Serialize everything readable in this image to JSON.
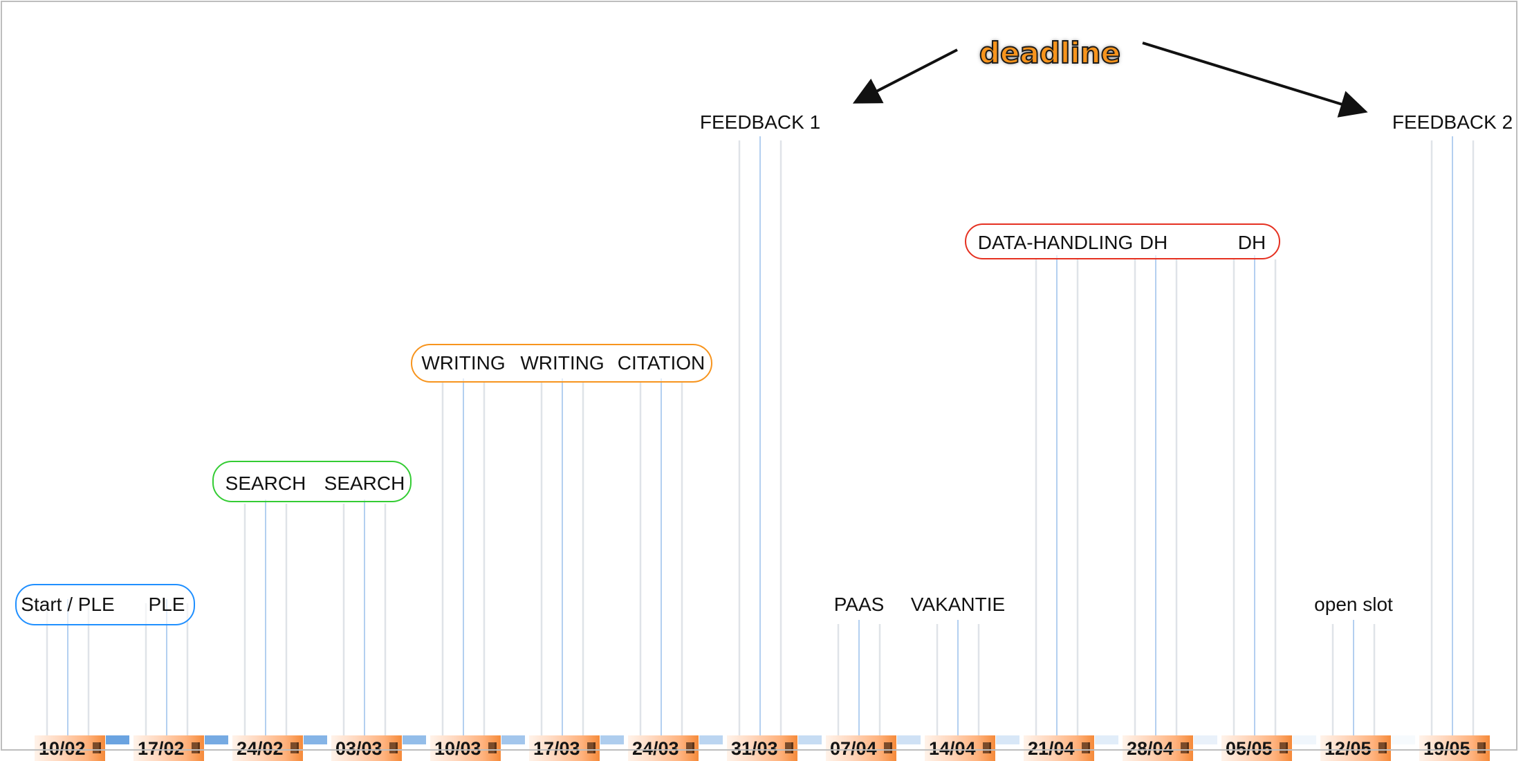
{
  "deadline": {
    "label": "deadline",
    "targets": [
      "FEEDBACK 1",
      "FEEDBACK 2"
    ]
  },
  "dates": [
    "10/02",
    "17/02",
    "24/02",
    "03/03",
    "10/03",
    "17/03",
    "24/03",
    "31/03",
    "07/04",
    "14/04",
    "21/04",
    "28/04",
    "05/05",
    "12/05",
    "19/05"
  ],
  "pills": [
    {
      "name": "pill-start-ple",
      "color": "#1f8fff",
      "labels": [
        "Start / PLE",
        "PLE"
      ]
    },
    {
      "name": "pill-search",
      "color": "#33cc33",
      "labels": [
        "SEARCH",
        "SEARCH"
      ]
    },
    {
      "name": "pill-writing",
      "color": "#f7941d",
      "labels": [
        "WRITING",
        "WRITING",
        "CITATION"
      ]
    },
    {
      "name": "pill-data-handling",
      "color": "#e53020",
      "labels": [
        "DATA-HANDLING",
        "DH",
        "DH"
      ]
    }
  ],
  "free_labels": [
    "FEEDBACK 1",
    "PAAS",
    "VAKANTIE",
    "open slot",
    "FEEDBACK 2"
  ],
  "colors": {
    "blue_line": "#b3cff0",
    "grey_line": "#dfe3e8",
    "gap_blue": "#6aa3e0"
  }
}
